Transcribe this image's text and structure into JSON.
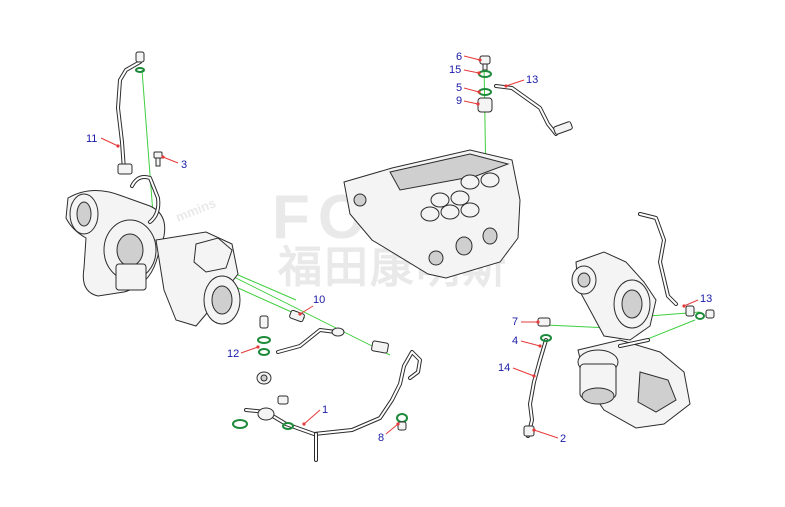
{
  "watermark": {
    "latin": "FOTON",
    "chinese": "福田康明斯",
    "small": "mmins"
  },
  "callouts": [
    {
      "id": "c-11",
      "text": "11"
    },
    {
      "id": "c-3",
      "text": "3"
    },
    {
      "id": "c-10",
      "text": "10"
    },
    {
      "id": "c-12",
      "text": "12"
    },
    {
      "id": "c-1",
      "text": "1"
    },
    {
      "id": "c-8",
      "text": "8"
    },
    {
      "id": "c-6",
      "text": "6"
    },
    {
      "id": "c-15",
      "text": "15"
    },
    {
      "id": "c-13a",
      "text": "13"
    },
    {
      "id": "c-5",
      "text": "5"
    },
    {
      "id": "c-9",
      "text": "9"
    },
    {
      "id": "c-7",
      "text": "7"
    },
    {
      "id": "c-4",
      "text": "4"
    },
    {
      "id": "c-14",
      "text": "14"
    },
    {
      "id": "c-2",
      "text": "2"
    },
    {
      "id": "c-13b",
      "text": "13"
    }
  ]
}
